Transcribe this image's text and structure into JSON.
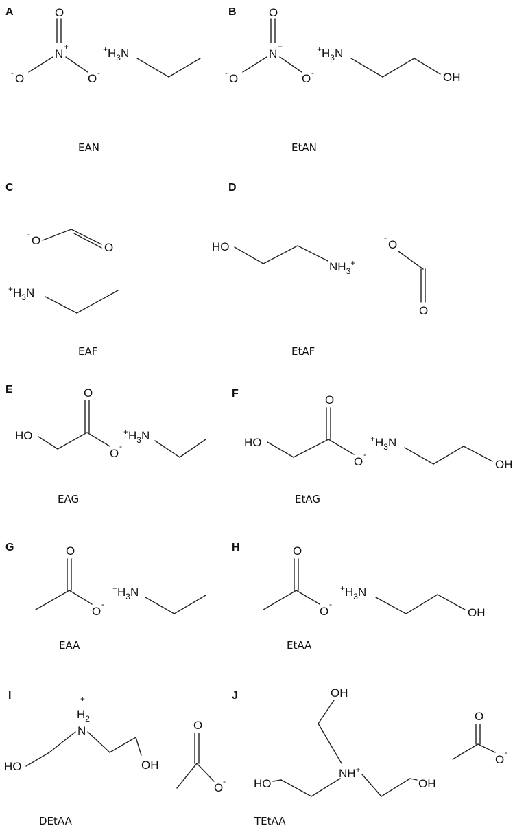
{
  "panels": [
    {
      "letter": "A",
      "caption": "EAN"
    },
    {
      "letter": "B",
      "caption": "EtAN"
    },
    {
      "letter": "C",
      "caption": "EAF"
    },
    {
      "letter": "D",
      "caption": "EtAF"
    },
    {
      "letter": "E",
      "caption": "EAG"
    },
    {
      "letter": "F",
      "caption": "EtAG"
    },
    {
      "letter": "G",
      "caption": "EAA"
    },
    {
      "letter": "H",
      "caption": "EtAA"
    },
    {
      "letter": "I",
      "caption": "DEtAA"
    },
    {
      "letter": "J",
      "caption": "TEtAA"
    }
  ],
  "atoms": {
    "oxygen": "O",
    "oxide_anion": "O",
    "minus": "-",
    "plus": "+",
    "nitrogen": "N",
    "h3": "H",
    "three": "3",
    "hydroxyl": "OH",
    "hydroxyl_left": "HO",
    "nh3": "NH",
    "h2": "H",
    "two": "2"
  }
}
